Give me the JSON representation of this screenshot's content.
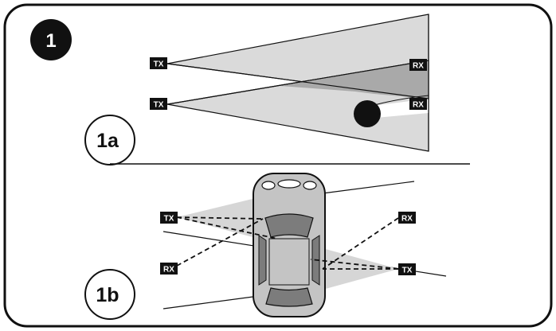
{
  "figure": {
    "number": "1",
    "panel_a": {
      "label": "1a",
      "tx_top": "TX",
      "tx_bottom": "TX",
      "rx_top": "RX",
      "rx_bottom": "RX"
    },
    "panel_b": {
      "label": "1b",
      "tx_left": "TX",
      "rx_left": "RX",
      "rx_right": "RX",
      "tx_right": "TX"
    }
  },
  "colors": {
    "beam_light": "#d9d9d9",
    "beam_dark": "#a8a8a8",
    "ink": "#111111",
    "car_body": "#c4c4c4",
    "car_glass": "#7c7c7c"
  }
}
